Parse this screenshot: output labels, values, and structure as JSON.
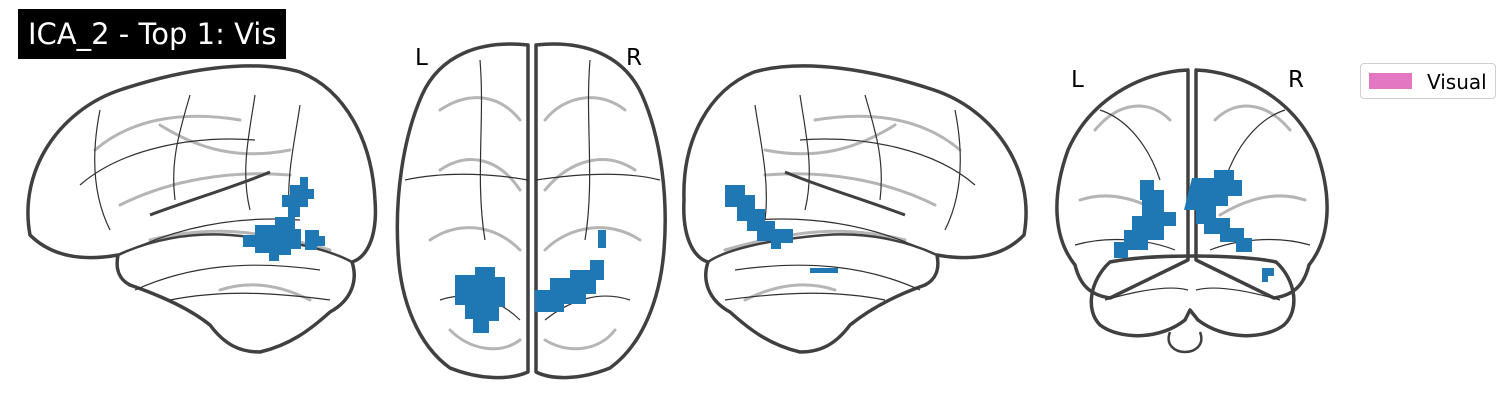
{
  "title": "ICA_2 - Top 1: Vis",
  "views": {
    "axial": {
      "left_label": "L",
      "right_label": "R"
    },
    "coronal": {
      "left_label": "L",
      "right_label": "R"
    }
  },
  "legend": {
    "label": "Visual",
    "color": "#e377c2"
  },
  "activation_color": "#1f77b4"
}
